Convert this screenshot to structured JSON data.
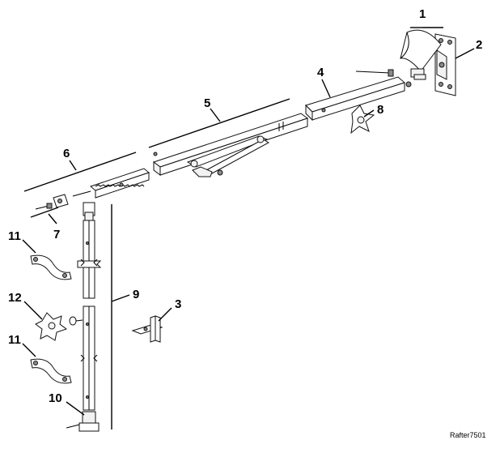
{
  "callouts": [
    {
      "id": "1",
      "text": "1"
    },
    {
      "id": "2",
      "text": "2"
    },
    {
      "id": "3",
      "text": "3"
    },
    {
      "id": "4",
      "text": "4"
    },
    {
      "id": "5",
      "text": "5"
    },
    {
      "id": "6",
      "text": "6"
    },
    {
      "id": "7",
      "text": "7"
    },
    {
      "id": "8",
      "text": "8"
    },
    {
      "id": "9",
      "text": "9"
    },
    {
      "id": "10",
      "text": "10"
    },
    {
      "id": "11a",
      "text": "11"
    },
    {
      "id": "11b",
      "text": "11"
    },
    {
      "id": "12",
      "text": "12"
    }
  ],
  "credit": "Rafter7501"
}
